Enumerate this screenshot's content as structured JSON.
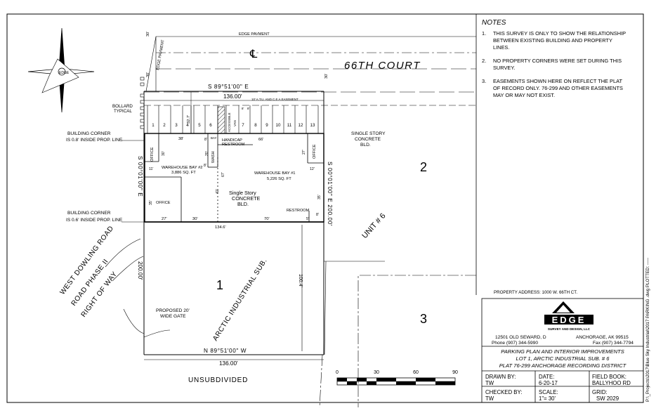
{
  "notes": {
    "title": "NOTES",
    "items": [
      {
        "num": "1.",
        "lines": [
          "THIS SURVEY IS ONLY TO SHOW THE RELATIONSHIP",
          "BETWEEN EXISTING BUILDING AND PROPERTY",
          "LINES."
        ]
      },
      {
        "num": "2.",
        "lines": [
          "NO PROPERTY CORNERS WERE SET DURING THIS",
          "SURVEY."
        ]
      },
      {
        "num": "3.",
        "lines": [
          "EASEMENTS SHOWN HERE ON REFLECT THE PLAT",
          "OF RECORD ONLY. 76-299 AND OTHER EASEMENTS",
          "MAY OR MAY NOT EXIST."
        ]
      }
    ]
  },
  "property_address": "PROPERTY ADDRESS: 1000 W. 66TH CT.",
  "company": {
    "logo_word": "EDGE",
    "logo_sub": "SURVEY AND DESIGN, LLC",
    "address": "12501 OLD SEWARD, D",
    "city": "ANCHORAGE, AK 99515",
    "phone": "Phone (907) 344-5990",
    "fax": "Fax (907) 344-7794"
  },
  "project": {
    "line1": "PARKING PLAN AND INTERIOR IMPROVEMENTS",
    "line2": "LOT 1, ARCTIC INDUSTRIAL SUB. # 6",
    "line3": "PLAT 76-299 ANCHORAGE RECORDING DISTRICT"
  },
  "title_block": {
    "drawn_by_label": "DRAWN BY:",
    "drawn_by": "TW",
    "date_label": "DATE:",
    "date": "6-20-17",
    "field_book_label": "FIELD BOOK:",
    "field_book": "BALLYHOO RD",
    "checked_by_label": "CHECKED BY:",
    "checked_by": "TW",
    "scale_label": "SCALE:",
    "scale": "1\"= 30'",
    "grid_label": "GRID:",
    "grid": "SW 2029"
  },
  "scale_bar": {
    "ticks": [
      "0",
      "30",
      "60",
      "90"
    ]
  },
  "file_path": "P:\\_Projects\\2017\\Blue Sky Industrial\\2017 PARKING .dwg PLOTTED: -----",
  "compass": {
    "label": "EDGE"
  },
  "plan": {
    "road_north": "66TH COURT",
    "centerline": "℄",
    "edge_pavement": "EDGE PAVMENT",
    "edge_pavement_2": "EDGE PAVMENT",
    "dim_30_top": "30'",
    "dim_30_left": "30'",
    "dim_30_right": "30'",
    "north_bearing": "S 89°51'00\" E",
    "north_length": "136.00'",
    "easement": "10' A.T.U. AND C.E.A EASEMENT",
    "bollard_1": "BOLLARD",
    "bollard_2": "TYPICAL",
    "dim_32_7": "32.7'",
    "stalls": [
      "1",
      "2",
      "3",
      "4",
      "5",
      "6",
      "7",
      "8",
      "9",
      "10",
      "11",
      "12",
      "13"
    ],
    "accessible": "ACCESSIBLE",
    "van": "VAN",
    "dim_8a": "8'",
    "dim_8b": "8'",
    "dim_38": "38'",
    "dim_66": "66'",
    "handicap_1": "HANDICAP",
    "handicap_2": "RESTROOM",
    "wash_1": "WASH",
    "wash_2": "BAY",
    "building_corner_1a": "BUILDING CORNER",
    "building_corner_1b": "IS 0.8' INSIDE PROP. LINE",
    "building_corner_2a": "BUILDING CORNER",
    "building_corner_2b": "IS 0.6' INSIDE PROP. LINE",
    "office_left": "OFFICE",
    "office_right": "OFFICE",
    "office_lower": "OFFICE",
    "dim_30_office": "30'",
    "dim_27_office": "27'",
    "dim_20": "20'",
    "dim_8c": "8'",
    "dim_8d": "8'",
    "dim_67": "67'",
    "dim_11": "11'",
    "dim_12": "12'",
    "bay2_1": "WAREHOUSE BAY #2",
    "bay2_2": "3,886 SQ. FT",
    "bay1_1": "WAREHOUSE BAY #1",
    "bay1_2": "5,226 SQ. FT",
    "dim_42": "42'",
    "dim_35a": "35'",
    "dim_35b": "35'",
    "building_1": "Single Story",
    "building_2": "CONCRETE",
    "building_3": "BLD.",
    "restroom": "RESTROOM",
    "dim_5": "5'",
    "dim_8e": "8'",
    "dim_27": "27'",
    "dim_30b": "30'",
    "dim_70": "70'",
    "dim_134_6": "134.6'",
    "west_bearing": "S 00°01'00\" E",
    "east_bearing": "S 00°01'00\" E  200.00'",
    "west_length": "200.00'",
    "south_bearing": "N 89°51'00\" W",
    "south_length": "136.00'",
    "dim_100_4": "100.4'",
    "lot_1": "1",
    "lot_2": "2",
    "lot_3": "3",
    "unit": "UNIT # 6",
    "arctic": "ARCTIC INDUSTRIAL SUB.",
    "ss_east_1": "SINGLE STORY",
    "ss_east_2": "CONCRETE",
    "ss_east_3": "BLD.",
    "dowling_1": "WEST DOWLING ROAD",
    "dowling_2": "ROAD PHASE II",
    "dowling_3": "RIGHT OF WAY",
    "gate_1": "PROPOSED 20'",
    "gate_2": "WIDE GATE",
    "unsubdivided": "UNSUBDIVIDED"
  }
}
